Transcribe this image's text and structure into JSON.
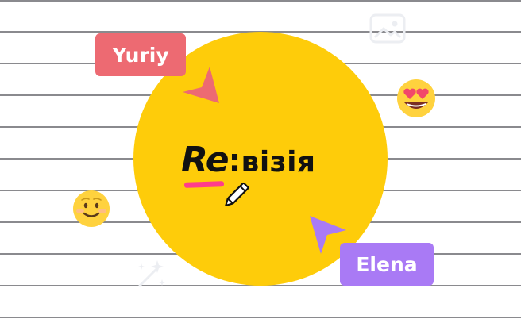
{
  "logo": {
    "prefix": "Re",
    "separator": ":",
    "suffix": "візія"
  },
  "cursors": [
    {
      "name": "Yuriy",
      "color": "#ed6a72"
    },
    {
      "name": "Elena",
      "color": "#a97af5"
    }
  ],
  "colors": {
    "circle": "#fecc0a",
    "highlight": "#ff3d8b",
    "rule_lines": "#8a8a8e"
  },
  "icons": [
    "image-icon",
    "heart-eyes-emoji-icon",
    "smiling-face-emoji-icon",
    "sparkles-icon",
    "pencil-cursor-icon"
  ]
}
